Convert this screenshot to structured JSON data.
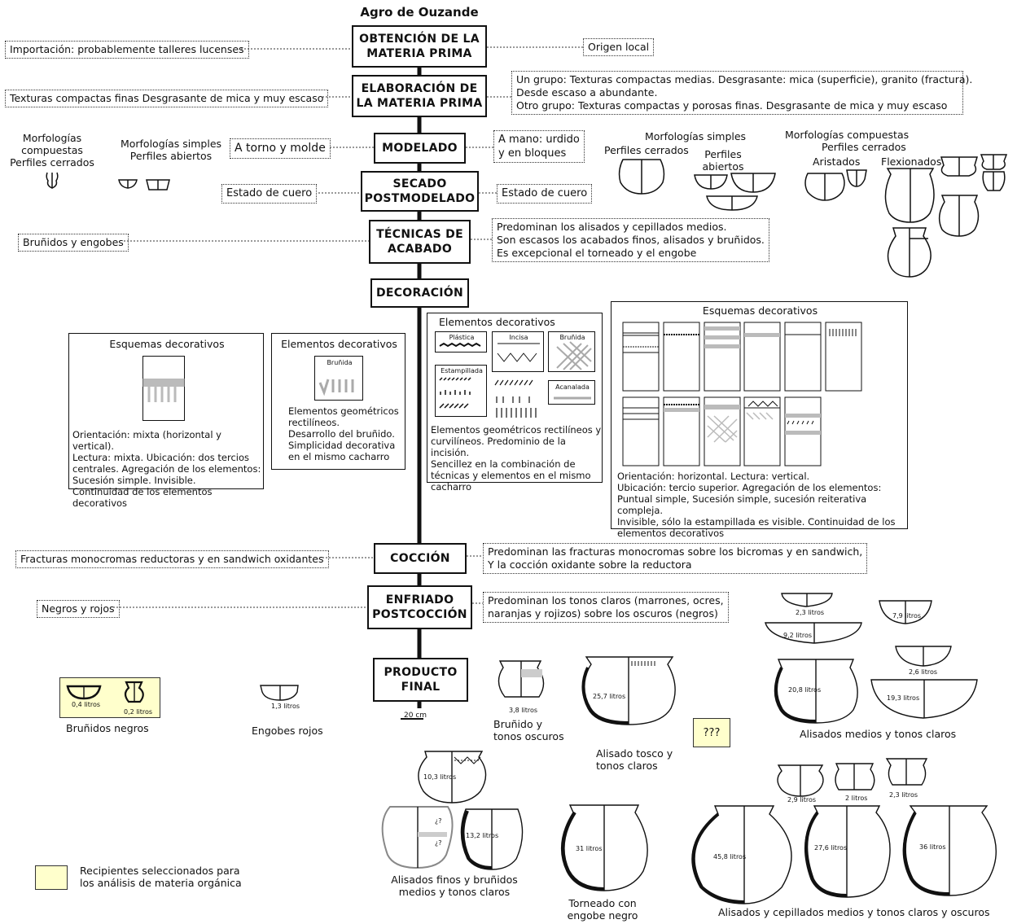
{
  "title": "Agro de Ouzande",
  "stages": {
    "obtencion": "OBTENCIÓN DE LA MATERIA PRIMA",
    "elaboracion": "ELABORACIÓN DE LA MATERIA PRIMA",
    "modelado": "MODELADO",
    "secado": "SECADO POSTMODELADO",
    "tecnicas": "TÉCNICAS DE ACABADO",
    "decoracion": "DECORACIÓN",
    "coccion": "COCCIÓN",
    "enfriado": "ENFRIADO POSTCOCCIÓN",
    "producto": "PRODUCTO FINAL"
  },
  "left_notes": {
    "obtencion": "Importación: probablemente talleres lucenses",
    "elaboracion": "Texturas compactas finas Desgrasante de  mica y muy escaso",
    "modelado": "A torno y molde",
    "secado": "Estado de cuero",
    "tecnicas": "Bruñidos y engobes",
    "coccion": "Fracturas monocromas reductoras  y en sandwich oxidantes",
    "enfriado": "Negros y rojos"
  },
  "right_notes": {
    "obtencion": "Origen local",
    "elaboracion_1": "Un grupo: Texturas compactas medias. Desgrasante: mica (superficie), granito (fractura).",
    "elaboracion_2": "Desde escaso a abundante.",
    "elaboracion_3": "Otro grupo: Texturas compactas y porosas  finas. Desgrasante de  mica y muy escaso",
    "modelado_1": "A mano: urdido",
    "modelado_2": "y en bloques",
    "secado": "Estado de cuero",
    "tecnicas_1": "Predominan los alisados y cepillados medios.",
    "tecnicas_2": "Son escasos los acabados finos, alisados y bruñidos.",
    "tecnicas_3": "Es excepcional el torneado y el engobe",
    "coccion_1": "Predominan las fracturas monocromas sobre los bicromas y en sandwich,",
    "coccion_2": "Y la cocción oxidante sobre la reductora",
    "enfriado_1": "Predominan los tonos claros (marrones, ocres,",
    "enfriado_2": "naranjas y rojizos)  sobre los oscuros (negros)"
  },
  "left_morph": {
    "compuestas_1": "Morfologías",
    "compuestas_2": "compuestas",
    "compuestas_3": "Perfiles cerrados",
    "simples_1": "Morfologías simples",
    "simples_2": "Perfiles  abiertos"
  },
  "right_morph": {
    "simples": "Morfologías simples",
    "cerrados": "Perfiles cerrados",
    "abiertos_1": "Perfiles",
    "abiertos_2": "abiertos",
    "compuestas": "Morfologías compuestas",
    "comp_cerrados": "Perfiles cerrados",
    "aristados": "Aristados",
    "flexionados": "Flexionados"
  },
  "left_esquemas": {
    "title": "Esquemas decorativos",
    "text": [
      "Orientación: mixta (horizontal y vertical).",
      "Lectura: mixta. Ubicación: dos tercios",
      "centrales. Agregación de los elementos:",
      "Sucesión simple. Invisible.",
      "Continuidad de los elementos decorativos"
    ]
  },
  "left_elementos": {
    "title": "Elementos decorativos",
    "swatch": "Bruñida",
    "text": [
      "Elementos geométricos",
      "rectilíneos.",
      "Desarrollo del bruñido.",
      "Simplicidad decorativa",
      "en el mismo cacharro"
    ]
  },
  "right_elementos": {
    "title": "Elementos decorativos",
    "swatches": [
      "Plástica",
      "Incisa",
      "Bruñida",
      "Estampillada",
      "Acanalada"
    ],
    "text": [
      "Elementos geométricos rectilíneos y",
      "curvilíneos. Predominio de la incisión.",
      "Sencillez en la combinación de",
      "técnicas y elementos en el mismo",
      "cacharro"
    ]
  },
  "right_esquemas": {
    "title": "Esquemas decorativos",
    "text": [
      "Orientación: horizontal. Lectura: vertical.",
      "Ubicación: tercio superior. Agregación de los elementos:",
      "Puntual simple, Sucesión simple, sucesión reiterativa compleja.",
      "Invisible, sólo la estampillada es visible. Continuidad de los",
      "elementos decorativos"
    ]
  },
  "vessels": {
    "v04": "0,4 litros",
    "v02": "0,2 litros",
    "v13": "1,3 litros",
    "v38": "3,8 litros",
    "v257": "25,7 litros",
    "v23a": "2,3 litros",
    "v79": "7,9 litros",
    "v92": "9,2 litros",
    "v26": "2,6 litros",
    "v208": "20,8 litros",
    "v193": "19,3 litros",
    "v103": "10,3 litros",
    "v132": "13,2 litros",
    "v31": "31 litros",
    "v29": "2,9 litros",
    "v2": "2 litros",
    "v23b": "2,3 litros",
    "v458": "45,8 litros",
    "v276": "27,6 litros",
    "v36": "36 litros",
    "q": "¿?"
  },
  "scale": "20 cm",
  "captions": {
    "brunidos_negros": "Bruñidos negros",
    "engobes_rojos": "Engobes rojos",
    "brunido_oscuros_1": "Bruñido y",
    "brunido_oscuros_2": "tonos oscuros",
    "alisado_tosco_1": "Alisado tosco y",
    "alisado_tosco_2": "tonos claros",
    "alisados_medios": "Alisados medios y tonos claros",
    "alisados_finos_1": "Alisados finos y bruñidos",
    "alisados_finos_2": "medios y tonos claros",
    "torneado_1": "Torneado con",
    "torneado_2": "engobe negro",
    "cepillados": "Alisados y cepillados medios y tonos claros y oscuros",
    "unknown": "???"
  },
  "legend": {
    "line1": "Recipientes seleccionados para",
    "line2": "los análisis de materia orgánica",
    "color": "#ffffcc"
  }
}
